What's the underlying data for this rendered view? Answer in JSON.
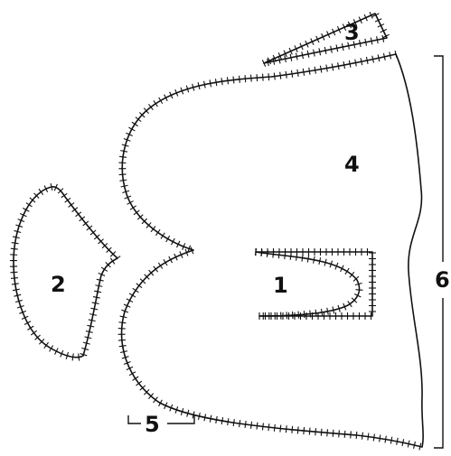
{
  "labels": {
    "one": "1",
    "two": "2",
    "three": "3",
    "four": "4",
    "five": "5",
    "six": "6"
  },
  "colors": {
    "line": "#111111",
    "background": "#ffffff"
  }
}
